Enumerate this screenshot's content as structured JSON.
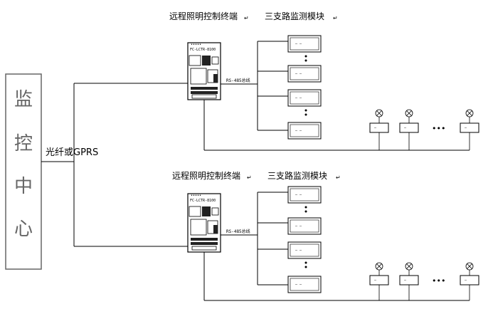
{
  "control_center": {
    "chars": [
      "监",
      "控",
      "中",
      "心"
    ]
  },
  "link_label": "光纤或GPRS",
  "groups": [
    {
      "terminal_title": "远程照明控制终端",
      "module_title": "三支路监测模块",
      "device_brand": "•••••",
      "device_model": "FC-LCTR-8100",
      "bus_label": "RS-485总线",
      "module_text": "— —",
      "lamp_labels": [
        "—",
        "—",
        "—"
      ],
      "ellipsis": "•••"
    },
    {
      "terminal_title": "远程照明控制终端",
      "module_title": "三支路监测模块",
      "device_brand": "•••••",
      "device_model": "FC-LCTR-8100",
      "bus_label": "RS-485总线",
      "module_text": "— —",
      "lamp_labels": [
        "—",
        "—",
        "—"
      ],
      "ellipsis": "•••"
    }
  ]
}
